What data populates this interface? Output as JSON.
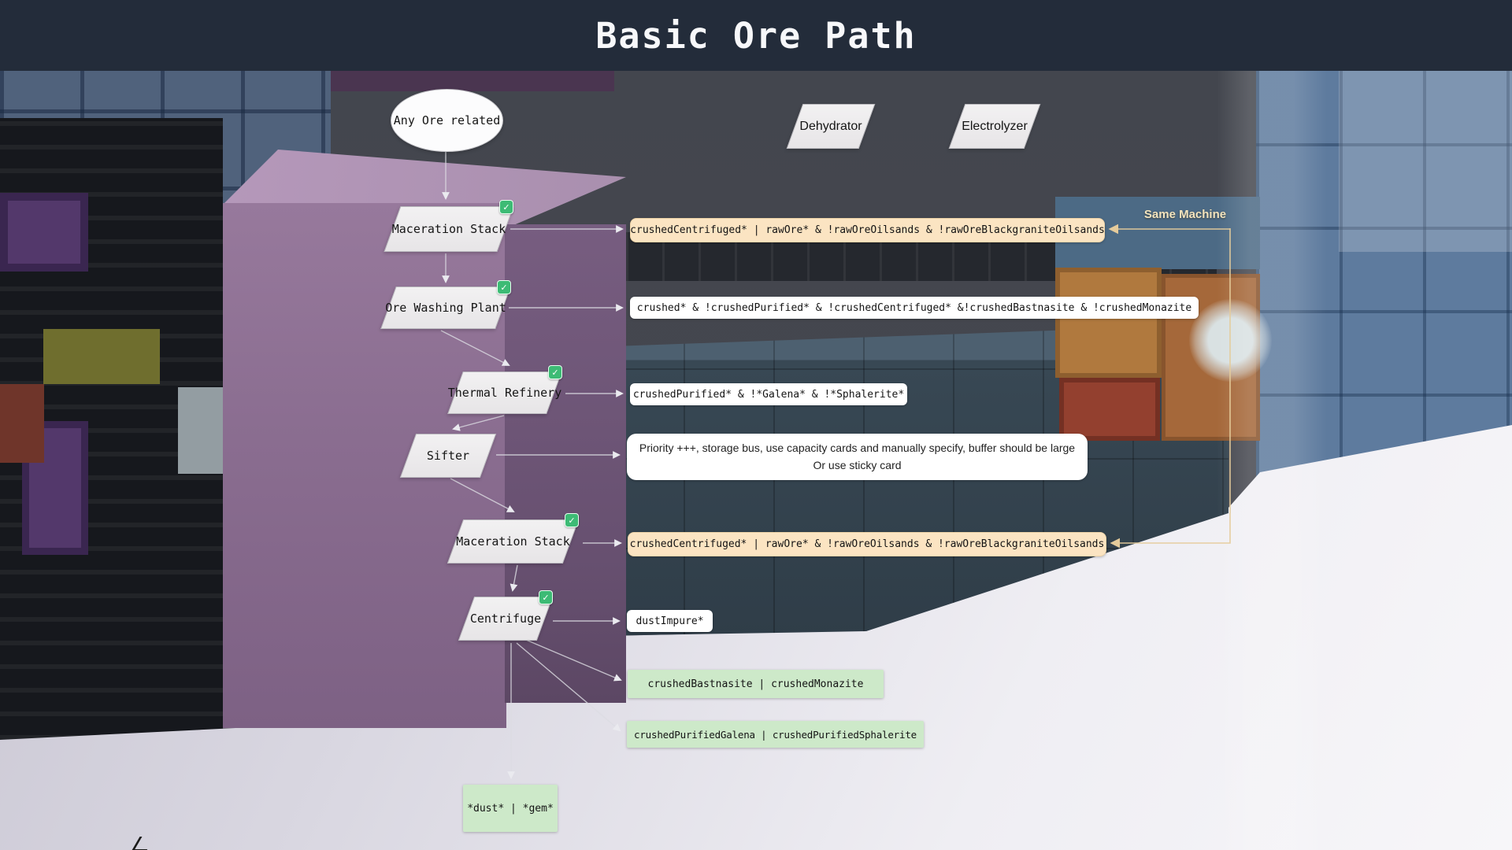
{
  "header": {
    "title": "Basic Ore Path"
  },
  "flow": {
    "start": {
      "label": "Any Ore related"
    },
    "machines": [
      {
        "label": "Maceration Stack",
        "checked": true
      },
      {
        "label": "Ore Washing Plant",
        "checked": true
      },
      {
        "label": "Thermal Refinery",
        "checked": true
      },
      {
        "label": "Sifter",
        "checked": false
      },
      {
        "label": "Maceration Stack",
        "checked": true
      },
      {
        "label": "Centrifuge",
        "checked": true
      },
      {
        "label": "Dehydrator",
        "checked": false
      },
      {
        "label": "Electrolyzer",
        "checked": false
      }
    ],
    "filters": [
      {
        "text": "crushedCentrifuged* | rawOre* & !rawOreOilsands & !rawOreBlackgraniteOilsands",
        "style": "orange"
      },
      {
        "text": "crushed* & !crushedPurified* & !crushedCentrifuged* &!crushedBastnasite & !crushedMonazite",
        "style": "white"
      },
      {
        "text": "crushedPurified* & !*Galena* & !*Sphalerite*",
        "style": "white"
      },
      {
        "text": "crushedCentrifuged* | rawOre* & !rawOreOilsands & !rawOreBlackgraniteOilsands",
        "style": "orange"
      },
      {
        "text": "dustImpure*",
        "style": "white"
      },
      {
        "text": "crushedBastnasite | crushedMonazite",
        "style": "green"
      },
      {
        "text": "crushedPurifiedGalena | crushedPurifiedSphalerite",
        "style": "green"
      },
      {
        "text": "*dust* | *gem*",
        "style": "green"
      }
    ],
    "note": {
      "line1": "Priority +++, storage bus, use capacity cards and manually specify, buffer should be large",
      "line2": "Or use sticky card"
    },
    "same_machine_label": "Same Machine"
  },
  "icons": {
    "check": "✓"
  },
  "colors": {
    "header_bg": "#232c3a",
    "node_fill": "#ecebec",
    "filter_orange": "#fbe4c2",
    "filter_green": "#cde9c9",
    "filter_white": "#ffffff",
    "check_green": "#3dbb75",
    "same_machine_line": "#e5cb9b"
  }
}
